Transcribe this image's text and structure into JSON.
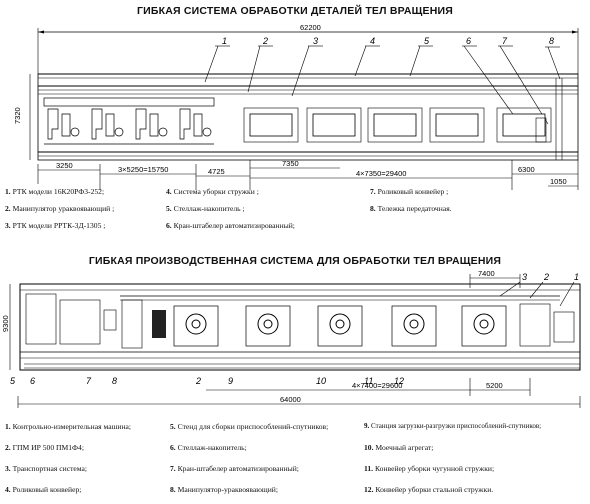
{
  "section1": {
    "title": "ГИБКАЯ СИСТЕМА ОБРАБОТКИ ДЕТАЛЕЙ ТЕЛ ВРАЩЕНИЯ",
    "dims": {
      "total": "62200",
      "height": "7320",
      "d1": "3250",
      "d2": "3×5250=15750",
      "d3": "4725",
      "d4": "7350",
      "d5": "4×7350=29400",
      "d6": "6300",
      "d7": "1050"
    },
    "callouts": [
      "1",
      "2",
      "3",
      "4",
      "5",
      "6",
      "7",
      "8"
    ],
    "legend": [
      {
        "num": "1.",
        "text": "РТК модели 16К20РФ3-252;"
      },
      {
        "num": "2.",
        "text": "Манипулятор ураквоявающий ;"
      },
      {
        "num": "3.",
        "text": "РТК модели РРТК-3Д-1305 ;"
      },
      {
        "num": "4.",
        "text": "Система уборки стружки ;"
      },
      {
        "num": "5.",
        "text": "Стеллаж-накопитель ;"
      },
      {
        "num": "6.",
        "text": "Кран-штабелер автоматизированный;"
      },
      {
        "num": "7.",
        "text": "Роликовый конвейер ;"
      },
      {
        "num": "8.",
        "text": "Тележка передаточная."
      }
    ]
  },
  "section2": {
    "title": "ГИБКАЯ ПРОИЗВОДСТВЕННАЯ СИСТЕМА ДЛЯ ОБРАБОТКИ ТЕЛ ВРАЩЕНИЯ",
    "dims": {
      "top": "7400",
      "height": "9300",
      "d1": "4×7400=29600",
      "d2": "5200",
      "total": "64000"
    },
    "callouts_top": [
      "3",
      "2",
      "1"
    ],
    "callouts_bottom": [
      "5",
      "6",
      "7",
      "8",
      "2",
      "9",
      "10",
      "11",
      "12"
    ],
    "legend": [
      {
        "num": "1.",
        "text": "Контрольно-измерительная машина;"
      },
      {
        "num": "2.",
        "text": "ГПМ ИР 500 ПМ1Ф4;"
      },
      {
        "num": "3.",
        "text": "Транспортная система;"
      },
      {
        "num": "4.",
        "text": "Роликовый конвейер;"
      },
      {
        "num": "5.",
        "text": "Стенд для сборки приспособлений-спутников;"
      },
      {
        "num": "6.",
        "text": "Стеллаж-накопитель;"
      },
      {
        "num": "7.",
        "text": "Кран-штабелер автоматизированный;"
      },
      {
        "num": "8.",
        "text": "Манипулятор-ураквоявающий;"
      },
      {
        "num": "9.",
        "text": "Станция загрузки-разгрузки приспособлений-спутников;"
      },
      {
        "num": "10.",
        "text": "Моечный агрегат;"
      },
      {
        "num": "11.",
        "text": "Конвейер уборки чугунной стружки;"
      },
      {
        "num": "12.",
        "text": "Конвейер уборки стальной стружки."
      }
    ]
  }
}
